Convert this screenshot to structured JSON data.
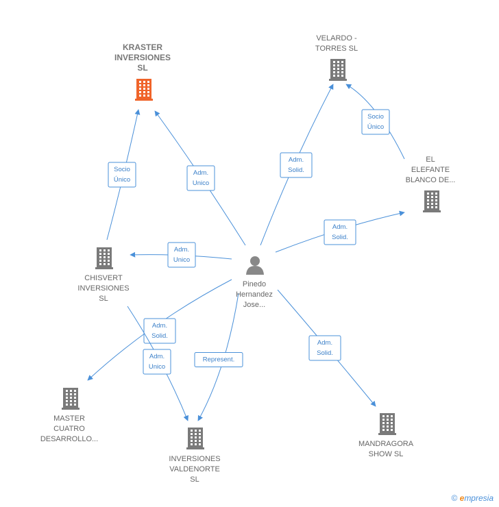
{
  "colors": {
    "company": "#7a7a7a",
    "highlight": "#f0642a",
    "person": "#888888",
    "edge": "#4a90d9"
  },
  "person": {
    "lines": [
      "Pinedo",
      "Hernandez",
      "Jose..."
    ],
    "icon": "person-icon"
  },
  "nodes": [
    {
      "id": "kraster",
      "lines": [
        "KRASTER",
        "INVERSIONES",
        "SL"
      ],
      "highlight": true,
      "icon": "building-icon"
    },
    {
      "id": "velardo",
      "lines": [
        "VELARDO -",
        "TORRES SL"
      ],
      "highlight": false,
      "icon": "building-icon"
    },
    {
      "id": "elefante",
      "lines": [
        "EL",
        "ELEFANTE",
        "BLANCO DE..."
      ],
      "highlight": false,
      "icon": "building-icon"
    },
    {
      "id": "chisvert",
      "lines": [
        "CHISVERT",
        "INVERSIONES",
        "SL"
      ],
      "highlight": false,
      "icon": "building-icon"
    },
    {
      "id": "master",
      "lines": [
        "MASTER",
        "CUATRO",
        "DESARROLLO..."
      ],
      "highlight": false,
      "icon": "building-icon"
    },
    {
      "id": "valdenorte",
      "lines": [
        "INVERSIONES",
        "VALDENORTE",
        "SL"
      ],
      "highlight": false,
      "icon": "building-icon"
    },
    {
      "id": "mandragora",
      "lines": [
        "MANDRAGORA",
        "SHOW SL"
      ],
      "highlight": false,
      "icon": "building-icon"
    }
  ],
  "edges": [
    {
      "from": "person",
      "to": "kraster",
      "label": [
        "Adm.",
        "Unico"
      ]
    },
    {
      "from": "chisvert",
      "to": "kraster",
      "label": [
        "Socio",
        "Único"
      ]
    },
    {
      "from": "person",
      "to": "velardo",
      "label": [
        "Adm.",
        "Solid."
      ]
    },
    {
      "from": "elefante",
      "to": "velardo",
      "label": [
        "Socio",
        "Único"
      ]
    },
    {
      "from": "person",
      "to": "elefante",
      "label": [
        "Adm.",
        "Solid."
      ]
    },
    {
      "from": "person",
      "to": "chisvert",
      "label": [
        "Adm.",
        "Unico"
      ]
    },
    {
      "from": "person",
      "to": "master",
      "label": [
        "Adm.",
        "Solid."
      ]
    },
    {
      "from": "chisvert",
      "to": "valdenorte",
      "label": [
        "Adm.",
        "Unico"
      ]
    },
    {
      "from": "person",
      "to": "valdenorte",
      "label": [
        "Represent."
      ]
    },
    {
      "from": "person",
      "to": "mandragora",
      "label": [
        "Adm.",
        "Solid."
      ]
    }
  ],
  "copyright": {
    "symbol": "©",
    "brand_first": "e",
    "brand_rest": "mpresia"
  }
}
